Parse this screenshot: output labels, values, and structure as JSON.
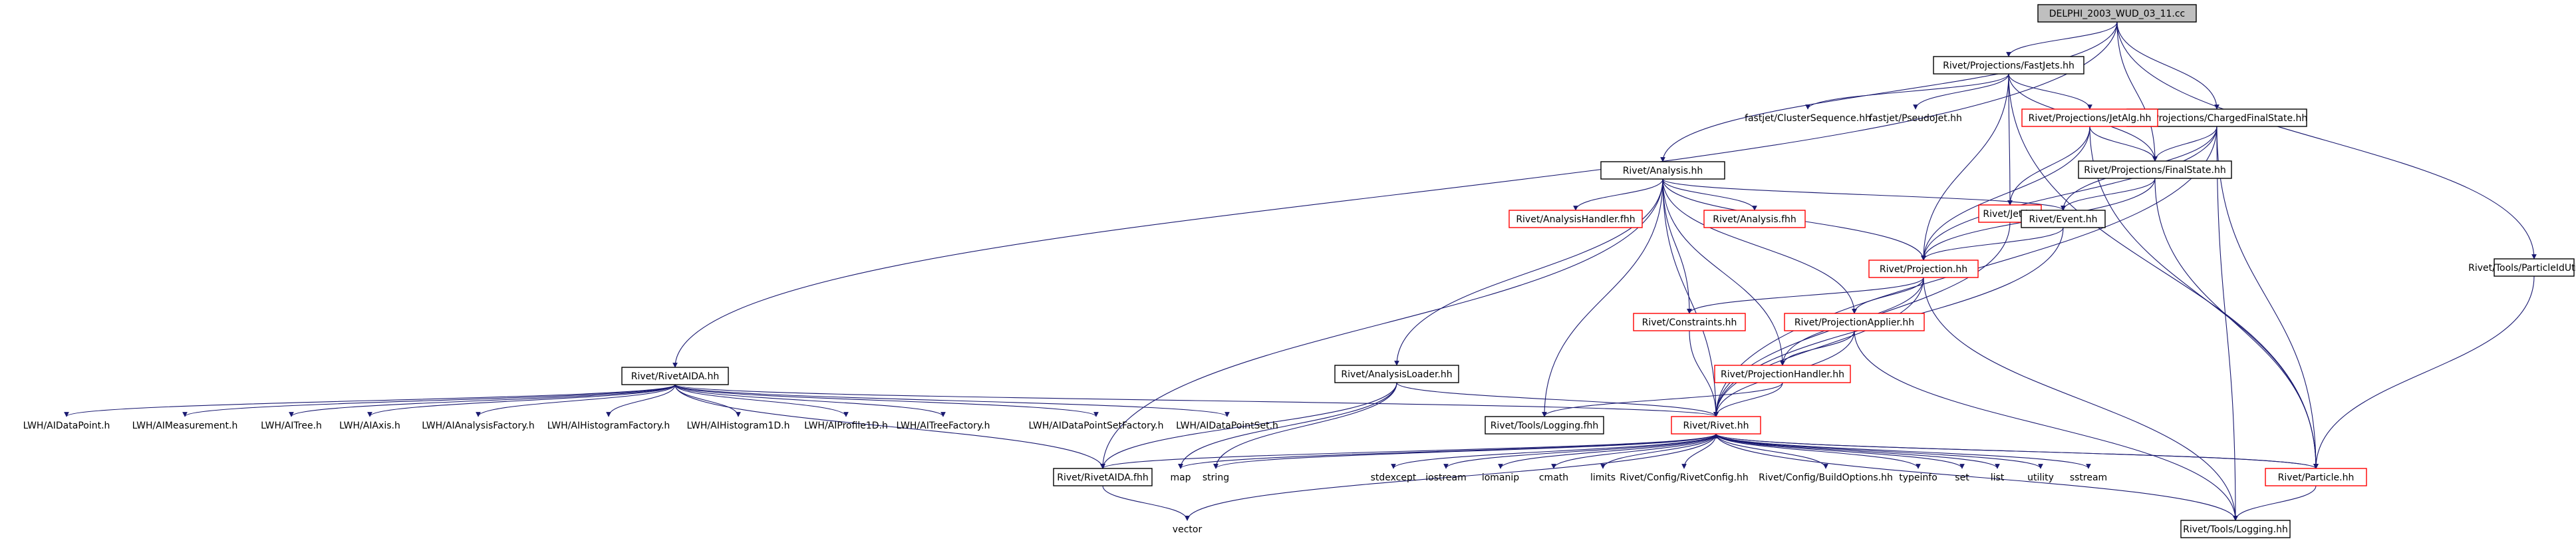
{
  "graph": {
    "root": "DELPHI_2003_WUD_03_11.cc",
    "colors": {
      "edge": "#191970",
      "box_normal": "#000000",
      "box_missing": "#ff0000",
      "box_root_fill": "#bfbfbf",
      "box_fill": "#ffffff",
      "external_text": "#000000"
    },
    "nodes": [
      {
        "id": "root",
        "label": "DELPHI_2003_WUD_03_11.cc",
        "style": "root"
      },
      {
        "id": "fastjets",
        "label": "Rivet/Projections/FastJets.hh",
        "style": "normal"
      },
      {
        "id": "cfs",
        "label": "Rivet/Projections/ChargedFinalState.hh",
        "style": "normal"
      },
      {
        "id": "particleidutils",
        "label": "Rivet/Tools/ParticleIdUtils.hh",
        "style": "normal"
      },
      {
        "id": "rivetaida",
        "label": "Rivet/RivetAIDA.hh",
        "style": "normal"
      },
      {
        "id": "analysis",
        "label": "Rivet/Analysis.hh",
        "style": "normal"
      },
      {
        "id": "clusterseq",
        "label": "fastjet/ClusterSequence.hh",
        "style": "external"
      },
      {
        "id": "pseudojet",
        "label": "fastjet/PseudoJet.hh",
        "style": "external"
      },
      {
        "id": "jetalg",
        "label": "Rivet/Projections/JetAlg.hh",
        "style": "missing"
      },
      {
        "id": "jet",
        "label": "Rivet/Jet.hh",
        "style": "missing"
      },
      {
        "id": "finalstate",
        "label": "Rivet/Projections/FinalState.hh",
        "style": "normal"
      },
      {
        "id": "analysishandlerfhh",
        "label": "Rivet/AnalysisHandler.fhh",
        "style": "missing"
      },
      {
        "id": "analysisfhh",
        "label": "Rivet/Analysis.fhh",
        "style": "missing"
      },
      {
        "id": "event",
        "label": "Rivet/Event.hh",
        "style": "normal"
      },
      {
        "id": "projection",
        "label": "Rivet/Projection.hh",
        "style": "missing"
      },
      {
        "id": "constraints",
        "label": "Rivet/Constraints.hh",
        "style": "missing"
      },
      {
        "id": "projapplier",
        "label": "Rivet/ProjectionApplier.hh",
        "style": "missing"
      },
      {
        "id": "projhandler",
        "label": "Rivet/ProjectionHandler.hh",
        "style": "missing"
      },
      {
        "id": "analysisloader",
        "label": "Rivet/AnalysisLoader.hh",
        "style": "normal"
      },
      {
        "id": "toolsloggingfhh",
        "label": "Rivet/Tools/Logging.fhh",
        "style": "normal"
      },
      {
        "id": "rivethh",
        "label": "Rivet/Rivet.hh",
        "style": "missing"
      },
      {
        "id": "lwh_datapoint",
        "label": "LWH/AIDataPoint.h",
        "style": "external"
      },
      {
        "id": "lwh_measurement",
        "label": "LWH/AIMeasurement.h",
        "style": "external"
      },
      {
        "id": "lwh_tree",
        "label": "LWH/AITree.h",
        "style": "external"
      },
      {
        "id": "lwh_axis",
        "label": "LWH/AIAxis.h",
        "style": "external"
      },
      {
        "id": "lwh_analysisfactory",
        "label": "LWH/AIAnalysisFactory.h",
        "style": "external"
      },
      {
        "id": "lwh_histofactory",
        "label": "LWH/AIHistogramFactory.h",
        "style": "external"
      },
      {
        "id": "lwh_histo1d",
        "label": "LWH/AIHistogram1D.h",
        "style": "external"
      },
      {
        "id": "lwh_profile1d",
        "label": "LWH/AIProfile1D.h",
        "style": "external"
      },
      {
        "id": "lwh_treefactory",
        "label": "LWH/AITreeFactory.h",
        "style": "external"
      },
      {
        "id": "lwh_dpsfactory",
        "label": "LWH/AIDataPointSetFactory.h",
        "style": "external"
      },
      {
        "id": "lwh_dps",
        "label": "LWH/AIDataPointSet.h",
        "style": "external"
      },
      {
        "id": "rivetaidafhh",
        "label": "Rivet/RivetAIDA.fhh",
        "style": "normal"
      },
      {
        "id": "map",
        "label": "map",
        "style": "external"
      },
      {
        "id": "string",
        "label": "string",
        "style": "external"
      },
      {
        "id": "stdexcept",
        "label": "stdexcept",
        "style": "external"
      },
      {
        "id": "iostream",
        "label": "iostream",
        "style": "external"
      },
      {
        "id": "iomanip",
        "label": "iomanip",
        "style": "external"
      },
      {
        "id": "cmath",
        "label": "cmath",
        "style": "external"
      },
      {
        "id": "limits",
        "label": "limits",
        "style": "external"
      },
      {
        "id": "rivetconfig",
        "label": "Rivet/Config/RivetConfig.hh",
        "style": "external"
      },
      {
        "id": "buildoptions",
        "label": "Rivet/Config/BuildOptions.hh",
        "style": "external"
      },
      {
        "id": "typeinfo",
        "label": "typeinfo",
        "style": "external"
      },
      {
        "id": "set",
        "label": "set",
        "style": "external"
      },
      {
        "id": "list",
        "label": "list",
        "style": "external"
      },
      {
        "id": "utility",
        "label": "utility",
        "style": "external"
      },
      {
        "id": "sstream",
        "label": "sstream",
        "style": "external"
      },
      {
        "id": "particle",
        "label": "Rivet/Particle.hh",
        "style": "missing"
      },
      {
        "id": "vector",
        "label": "vector",
        "style": "external"
      },
      {
        "id": "toolslogginghh",
        "label": "Rivet/Tools/Logging.hh",
        "style": "normal"
      }
    ],
    "edges": [
      [
        "root",
        "fastjets"
      ],
      [
        "root",
        "cfs"
      ],
      [
        "root",
        "particleidutils"
      ],
      [
        "root",
        "rivetaida"
      ],
      [
        "root",
        "analysis"
      ],
      [
        "root",
        "finalstate"
      ],
      [
        "fastjets",
        "clusterseq"
      ],
      [
        "fastjets",
        "pseudojet"
      ],
      [
        "fastjets",
        "jetalg"
      ],
      [
        "fastjets",
        "jet"
      ],
      [
        "fastjets",
        "finalstate"
      ],
      [
        "fastjets",
        "projection"
      ],
      [
        "fastjets",
        "particle"
      ],
      [
        "jetalg",
        "jet"
      ],
      [
        "jetalg",
        "finalstate"
      ],
      [
        "jetalg",
        "projection"
      ],
      [
        "jetalg",
        "particle"
      ],
      [
        "cfs",
        "finalstate"
      ],
      [
        "cfs",
        "event"
      ],
      [
        "cfs",
        "projection"
      ],
      [
        "cfs",
        "rivethh"
      ],
      [
        "cfs",
        "particle"
      ],
      [
        "cfs",
        "toolslogginghh"
      ],
      [
        "finalstate",
        "event"
      ],
      [
        "finalstate",
        "projection"
      ],
      [
        "finalstate",
        "particle"
      ],
      [
        "jet",
        "rivethh"
      ],
      [
        "particleidutils",
        "particle"
      ],
      [
        "analysis",
        "analysishandlerfhh"
      ],
      [
        "analysis",
        "analysisfhh"
      ],
      [
        "analysis",
        "event"
      ],
      [
        "analysis",
        "projection"
      ],
      [
        "analysis",
        "constraints"
      ],
      [
        "analysis",
        "projapplier"
      ],
      [
        "analysis",
        "projhandler"
      ],
      [
        "analysis",
        "analysisloader"
      ],
      [
        "analysis",
        "toolsloggingfhh"
      ],
      [
        "analysis",
        "rivethh"
      ],
      [
        "analysis",
        "rivetaidafhh"
      ],
      [
        "event",
        "projection"
      ],
      [
        "event",
        "rivethh"
      ],
      [
        "projection",
        "constraints"
      ],
      [
        "projection",
        "projapplier"
      ],
      [
        "projection",
        "projhandler"
      ],
      [
        "projection",
        "rivethh"
      ],
      [
        "projection",
        "toolslogginghh"
      ],
      [
        "projapplier",
        "projhandler"
      ],
      [
        "projapplier",
        "rivethh"
      ],
      [
        "projapplier",
        "toolslogginghh"
      ],
      [
        "projhandler",
        "rivethh"
      ],
      [
        "projhandler",
        "toolsloggingfhh"
      ],
      [
        "constraints",
        "rivethh"
      ],
      [
        "analysisloader",
        "rivethh"
      ],
      [
        "analysisloader",
        "map"
      ],
      [
        "analysisloader",
        "string"
      ],
      [
        "analysisloader",
        "rivetaidafhh"
      ],
      [
        "rivetaida",
        "lwh_datapoint"
      ],
      [
        "rivetaida",
        "lwh_measurement"
      ],
      [
        "rivetaida",
        "lwh_tree"
      ],
      [
        "rivetaida",
        "lwh_axis"
      ],
      [
        "rivetaida",
        "lwh_analysisfactory"
      ],
      [
        "rivetaida",
        "lwh_histofactory"
      ],
      [
        "rivetaida",
        "lwh_histo1d"
      ],
      [
        "rivetaida",
        "lwh_profile1d"
      ],
      [
        "rivetaida",
        "lwh_treefactory"
      ],
      [
        "rivetaida",
        "lwh_dpsfactory"
      ],
      [
        "rivetaida",
        "lwh_dps"
      ],
      [
        "rivetaida",
        "rivethh"
      ],
      [
        "rivetaida",
        "rivetaidafhh"
      ],
      [
        "rivethh",
        "rivetaidafhh"
      ],
      [
        "rivethh",
        "map"
      ],
      [
        "rivethh",
        "string"
      ],
      [
        "rivethh",
        "vector"
      ],
      [
        "rivethh",
        "stdexcept"
      ],
      [
        "rivethh",
        "iostream"
      ],
      [
        "rivethh",
        "iomanip"
      ],
      [
        "rivethh",
        "cmath"
      ],
      [
        "rivethh",
        "limits"
      ],
      [
        "rivethh",
        "rivetconfig"
      ],
      [
        "rivethh",
        "buildoptions"
      ],
      [
        "rivethh",
        "typeinfo"
      ],
      [
        "rivethh",
        "set"
      ],
      [
        "rivethh",
        "list"
      ],
      [
        "rivethh",
        "utility"
      ],
      [
        "rivethh",
        "sstream"
      ],
      [
        "rivethh",
        "particle"
      ],
      [
        "rivethh",
        "toolslogginghh"
      ],
      [
        "particle",
        "rivethh"
      ],
      [
        "particle",
        "toolslogginghh"
      ],
      [
        "rivetaidafhh",
        "vector"
      ]
    ]
  }
}
